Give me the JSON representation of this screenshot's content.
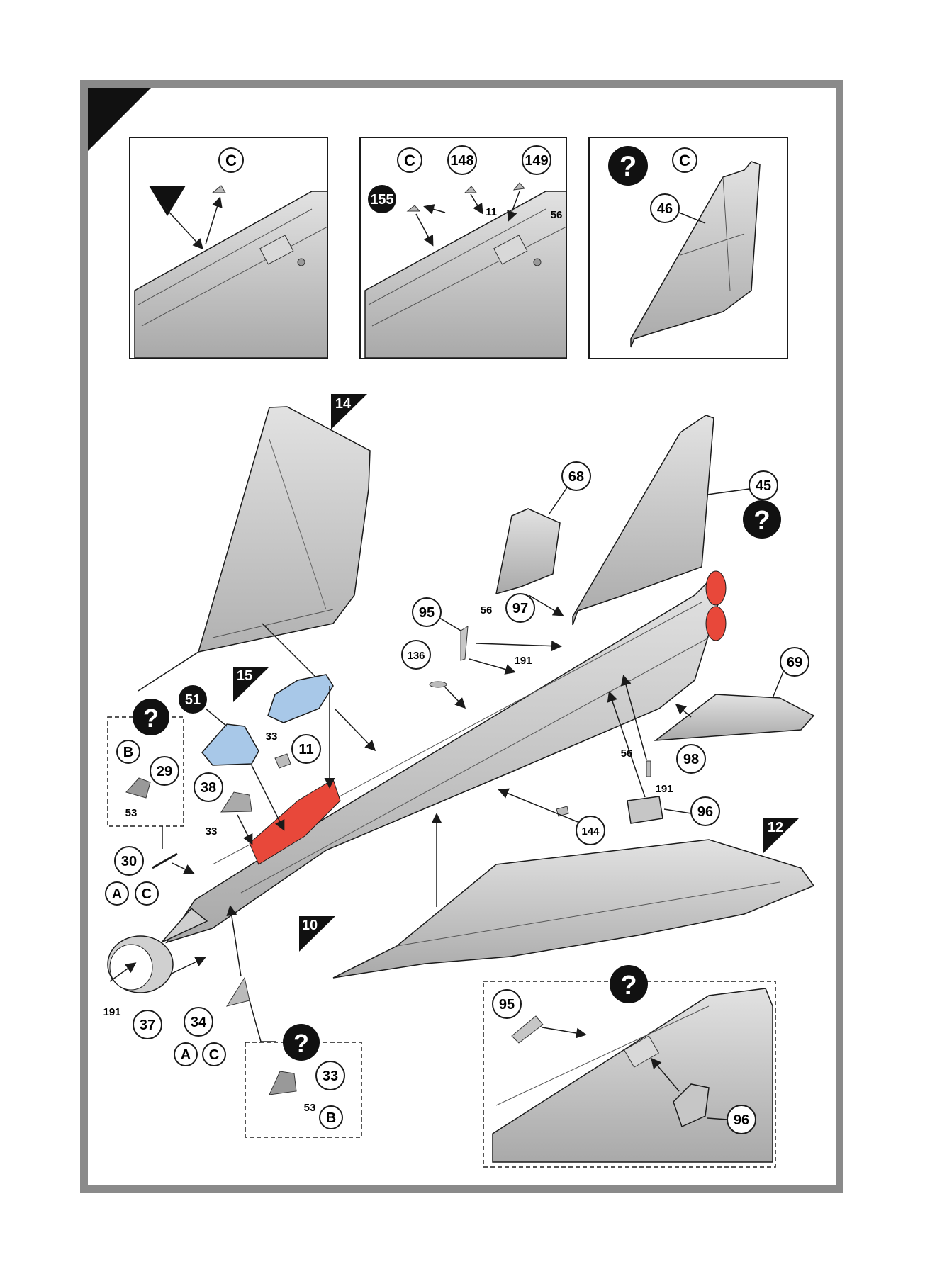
{
  "steps": {
    "s14": "14",
    "s15": "15",
    "s10": "10",
    "s12": "12"
  },
  "options": {
    "a": "A",
    "b": "B",
    "c": "C",
    "question": "?"
  },
  "panel1": {},
  "panel2": {
    "p155": "155",
    "p148": "148",
    "p149": "149",
    "l11": "11",
    "l56": "56"
  },
  "panel3": {
    "p46": "46"
  },
  "main": {
    "p68": "68",
    "p45": "45",
    "p95": "95",
    "l56a": "56",
    "p97": "97",
    "l191a": "191",
    "p136": "136",
    "p69": "69",
    "p51": "51",
    "l33a": "33",
    "p11": "11",
    "p29": "29",
    "l53a": "53",
    "p38": "38",
    "l33b": "33",
    "p30": "30",
    "l56b": "56",
    "p98": "98",
    "l191b": "191",
    "p96": "96",
    "p144": "144",
    "l191c": "191",
    "p37": "37",
    "p34": "34",
    "p33": "33",
    "l53b": "53"
  },
  "inset": {
    "p95": "95",
    "p96": "96"
  },
  "colors": {
    "frame": "#8a8a8a",
    "part_gray": "#c6c6c6",
    "red": "#e8483a",
    "canopy_blue": "#a8c8e8",
    "ink": "#1a1a1a"
  }
}
